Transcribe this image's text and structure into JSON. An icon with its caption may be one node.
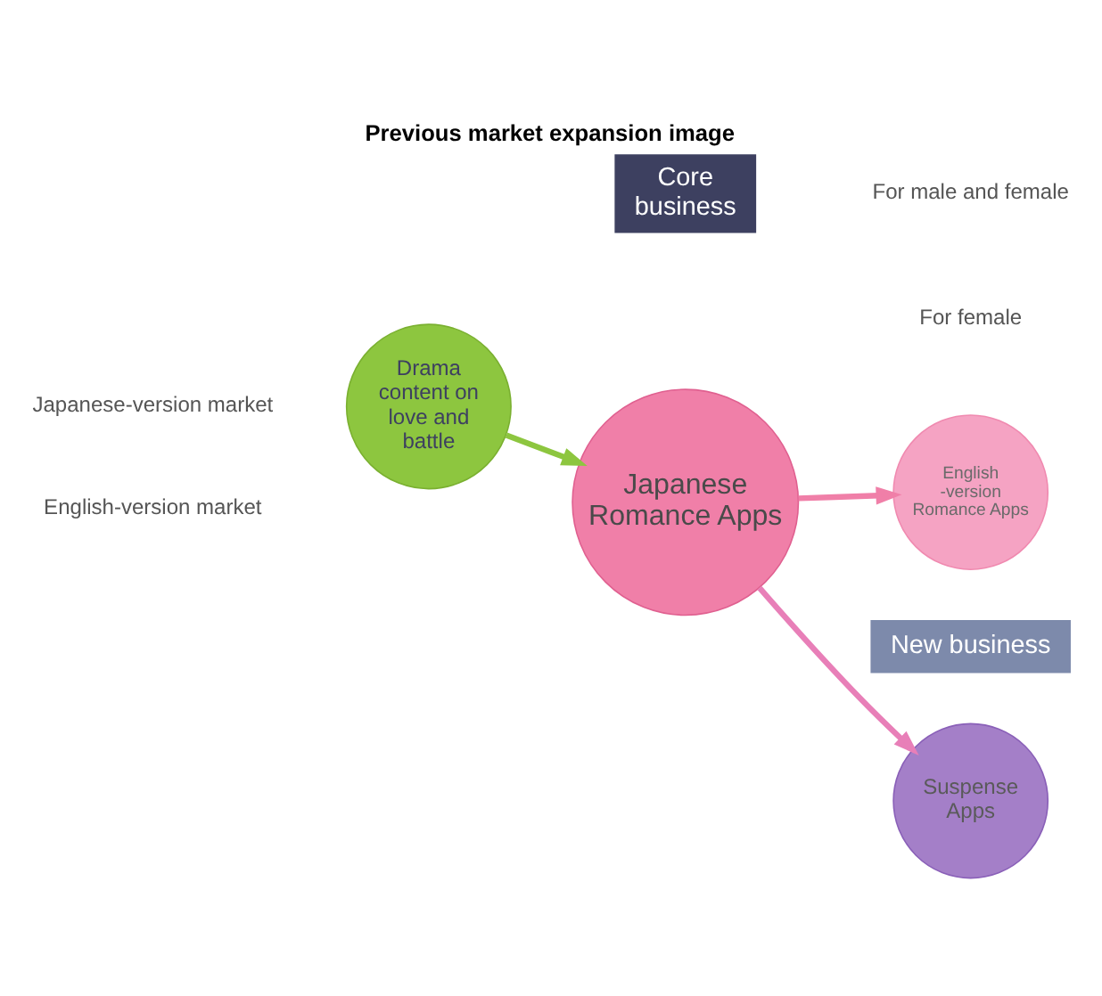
{
  "diagram": {
    "title": "Previous market expansion image",
    "nodes": [
      {
        "text": [
          "Drama content on love and battle"
        ]
      },
      {
        "text": [
          "Japanese Romance Apps"
        ]
      },
      {
        "text": [
          "Core business"
        ]
      },
      {
        "text": [
          "English -version Romance Apps"
        ]
      },
      {
        "text": [
          "Suspense Apps"
        ]
      },
      {
        "text": [
          "New business"
        ]
      }
    ],
    "edges": [
      {
        "from": 0,
        "to": 1,
        "arrow": "to",
        "color": "#8dc63f"
      },
      {
        "from": 1,
        "to": 3,
        "arrow": "to",
        "color": "#f07fa8"
      },
      {
        "from": 1,
        "to": 4,
        "arrow": "to",
        "color": "#e87fb8"
      }
    ],
    "labels": [
      "English-version market",
      "Japanese-version market",
      "For female",
      "For male and female"
    ]
  }
}
